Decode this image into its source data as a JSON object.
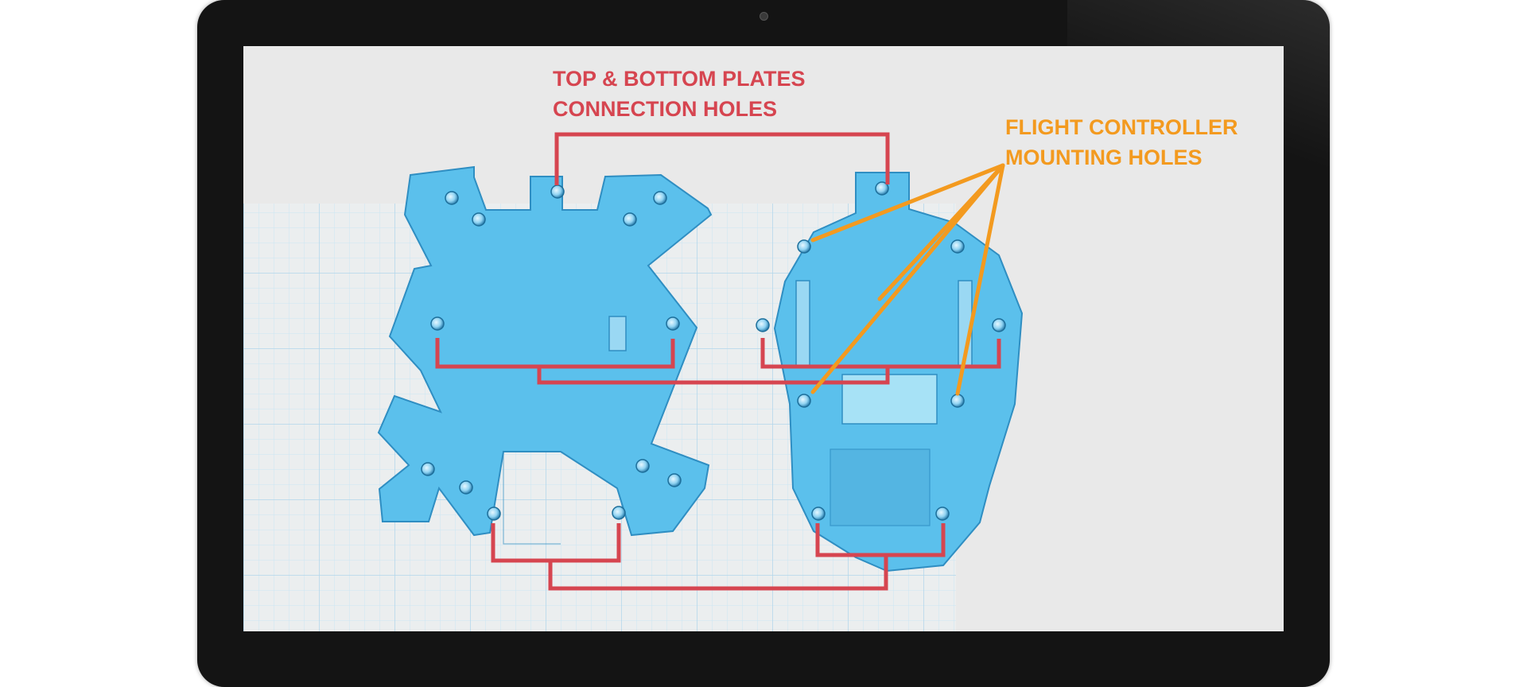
{
  "annotations": {
    "connection_line1": "TOP & BOTTOM PLATES",
    "connection_line2": "CONNECTION HOLES",
    "mounting_line1": "FLIGHT CONTROLLER",
    "mounting_line2": "MOUNTING HOLES"
  },
  "colors": {
    "bezel": "#141414",
    "screen_background": "#e9e9e9",
    "grid_line": "#9fcde6",
    "plate_fill": "#5bc0ec",
    "plate_stroke": "#2f8ec2",
    "connection_color": "#d64550",
    "mounting_color": "#f39a1f"
  }
}
